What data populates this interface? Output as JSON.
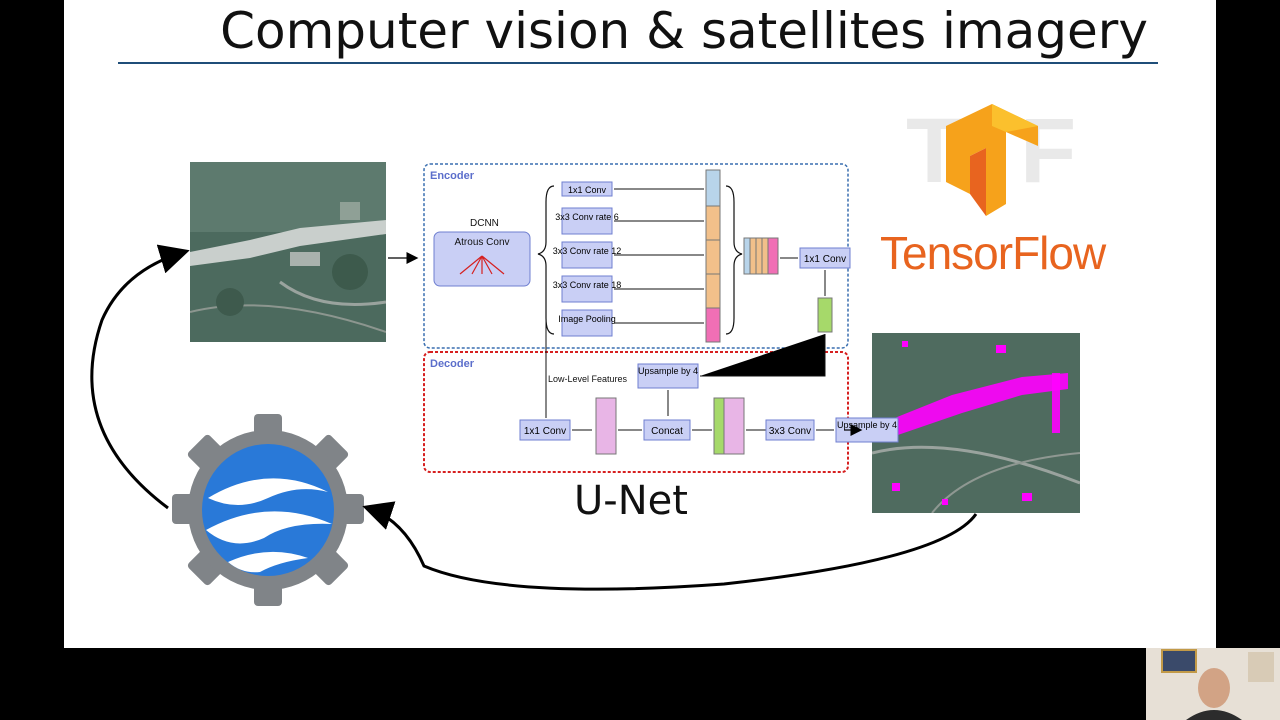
{
  "slide": {
    "title": "Computer vision & satellites imagery",
    "model_caption": "U-Net",
    "logo_text": "TensorFlow"
  },
  "diagram": {
    "encoder_label": "Encoder",
    "decoder_label": "Decoder",
    "dcnn_label": "DCNN",
    "atrous_label": "Atrous Conv",
    "branches": [
      "1x1 Conv",
      "3x3 Conv rate 6",
      "3x3 Conv rate 12",
      "3x3 Conv rate 18",
      "Image Pooling"
    ],
    "encoder_out": "1x1 Conv",
    "low_level": "Low-Level Features",
    "upsample_top": "Upsample by 4",
    "dec_conv1": "1x1 Conv",
    "concat": "Concat",
    "dec_conv3": "3x3 Conv",
    "upsample_out": "Upsample by 4"
  },
  "colors": {
    "rule": "#1f4e79",
    "encoder_border": "#3a6fb0",
    "decoder_border": "#d62020",
    "box_fill": "#c9cff5",
    "box_border": "#6f7fd0",
    "tf_orange": "#e8641f",
    "mask_magenta": "#ff00ff",
    "ee_blue": "#2979d8",
    "ee_gray": "#808488"
  },
  "icons": [
    "tensorflow-logo-icon",
    "earth-engine-gear-icon"
  ]
}
